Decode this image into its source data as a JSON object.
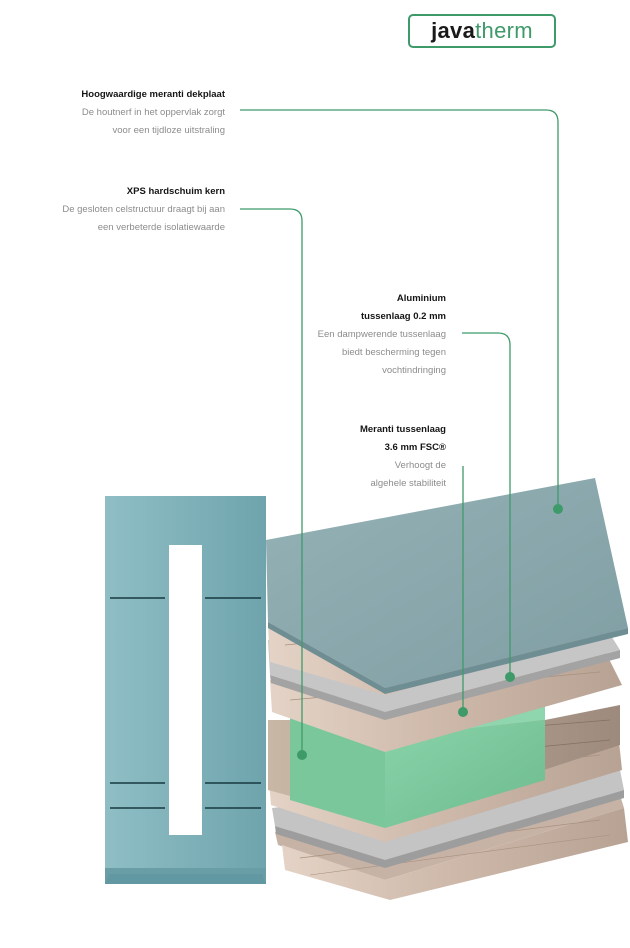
{
  "brand": {
    "part1": "java",
    "part2": "therm"
  },
  "labels": [
    {
      "id": "dekplaat",
      "title_lines": [
        "Hoogwaardige meranti dekplaat"
      ],
      "desc_lines": [
        "De houtnerf in het oppervlak zorgt",
        "voor een tijdloze uitstraling"
      ]
    },
    {
      "id": "xps",
      "title_lines": [
        "XPS hardschuim kern"
      ],
      "desc_lines": [
        "De gesloten celstructuur draagt bij aan",
        "een verbeterde isolatiewaarde"
      ]
    },
    {
      "id": "aluminium",
      "title_lines": [
        "Aluminium",
        "tussenlaag 0.2 mm"
      ],
      "desc_lines": [
        "Een dampwerende tussenlaag",
        "biedt bescherming tegen",
        "vochtindringing"
      ]
    },
    {
      "id": "meranti",
      "title_lines": [
        "Meranti tussenlaag",
        "3.6 mm FSC®"
      ],
      "desc_lines": [
        "Verhoogt de",
        "algehele stabiliteit"
      ]
    }
  ],
  "colors": {
    "accent": "#3f9a6a",
    "door": "#7fb0b8",
    "foam": "#79c79a",
    "top": "#8aa9ae",
    "wood": "#d6c2b4",
    "alu": "#bdbdbd"
  },
  "icons": {
    "callout_dot": "filled-circle"
  }
}
